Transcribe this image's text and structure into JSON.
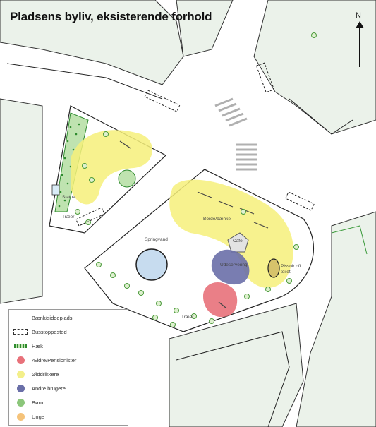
{
  "title": "Pladsens byliv, eksisterende forhold",
  "north_label": "N",
  "place_labels": {
    "statue": "Statue",
    "traeer_left": "Træer",
    "spring_vand": "Springvand",
    "bordebaenke": "Borde/bænke",
    "cafe": "Café",
    "udeservering": "Udeservering",
    "pissoir": "Pissoir off. toilet",
    "traeer_bottom": "Træer"
  },
  "legend": {
    "items": [
      {
        "label": "Bænk/siddeplads",
        "symbol": "line"
      },
      {
        "label": "Busstoppested",
        "symbol": "dashed-box"
      },
      {
        "label": "Hæk",
        "symbol": "hedge"
      },
      {
        "label": "Ældre/Pensionister",
        "color": "#e8717a"
      },
      {
        "label": "Ølddrikkere",
        "color": "#f3ef8a"
      },
      {
        "label": "Andre brugere",
        "color": "#6a6fa8"
      },
      {
        "label": "Børn",
        "color": "#8bc67a"
      },
      {
        "label": "Unge",
        "color": "#f5c37a"
      }
    ]
  },
  "colors": {
    "block": "#ebf2ea",
    "road": "#ffffff",
    "curb": "#222222",
    "yellow_zone": "#f6f07a",
    "tree": "#9ccc6a",
    "hedge": "#2e8b2e",
    "fountain": "#c7dcef"
  }
}
